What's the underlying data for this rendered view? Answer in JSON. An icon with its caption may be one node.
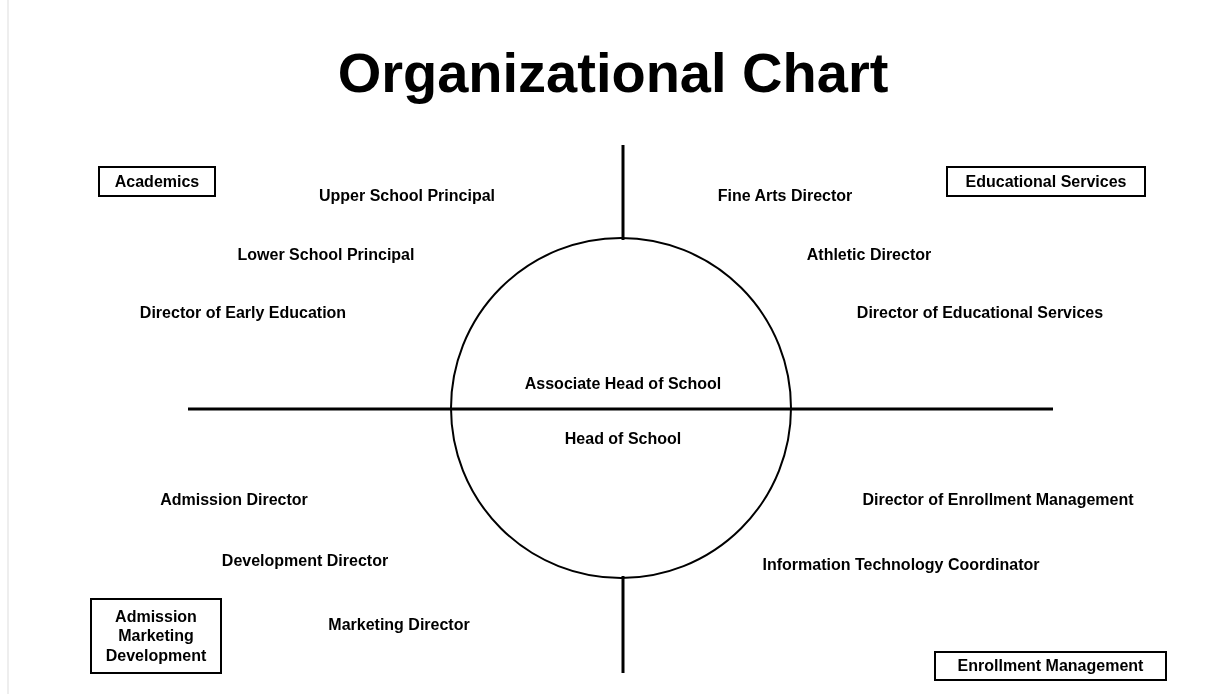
{
  "diagram": {
    "title": "Organizational Chart",
    "nodes": [
      {
        "text": [
          "Academics"
        ]
      },
      {
        "text": [
          "Educational Services"
        ]
      },
      {
        "text": [
          "Associate Head of School",
          "Head of School"
        ]
      },
      {
        "text": [
          "Admission Marketing Development"
        ]
      },
      {
        "text": [
          "Enrollment Management"
        ]
      }
    ],
    "edges": [],
    "labels": [
      "Upper School Principal",
      "Fine Arts Director",
      "Lower School Principal",
      "Athletic Director",
      "Director of Early Education",
      "Director of Educational Services",
      "Admission Director",
      "Director of Enrollment Management",
      "Development Director",
      "Information Technology Coordinator",
      "Marketing Director"
    ]
  }
}
